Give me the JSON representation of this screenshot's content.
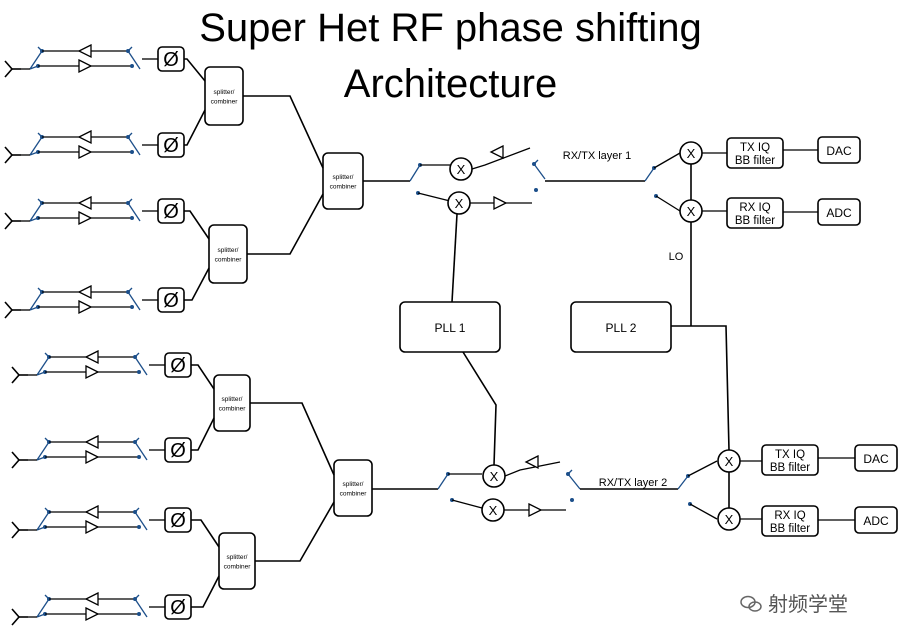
{
  "title": {
    "line1": "Super Het RF phase shifting",
    "line2": "Architecture"
  },
  "labels": {
    "phase_shifter": "Ø",
    "splitter_line1": "splitter/",
    "splitter_line2": "combiner",
    "mixer": "X",
    "pll1": "PLL 1",
    "pll2": "PLL 2",
    "lo": "LO",
    "rxtx_layer1": "RX/TX layer 1",
    "rxtx_layer2": "RX/TX layer 2",
    "tx_iq_line1": "TX IQ",
    "rx_iq_line1": "RX IQ",
    "bb_filter_line2": "BB filter",
    "dac": "DAC",
    "adc": "ADC"
  },
  "watermark": "射频学堂",
  "icons": [
    "antenna-icon",
    "switch-icon",
    "amplifier-triangle-icon",
    "phase-shifter-icon",
    "mixer-icon",
    "wechat-logo-icon"
  ]
}
